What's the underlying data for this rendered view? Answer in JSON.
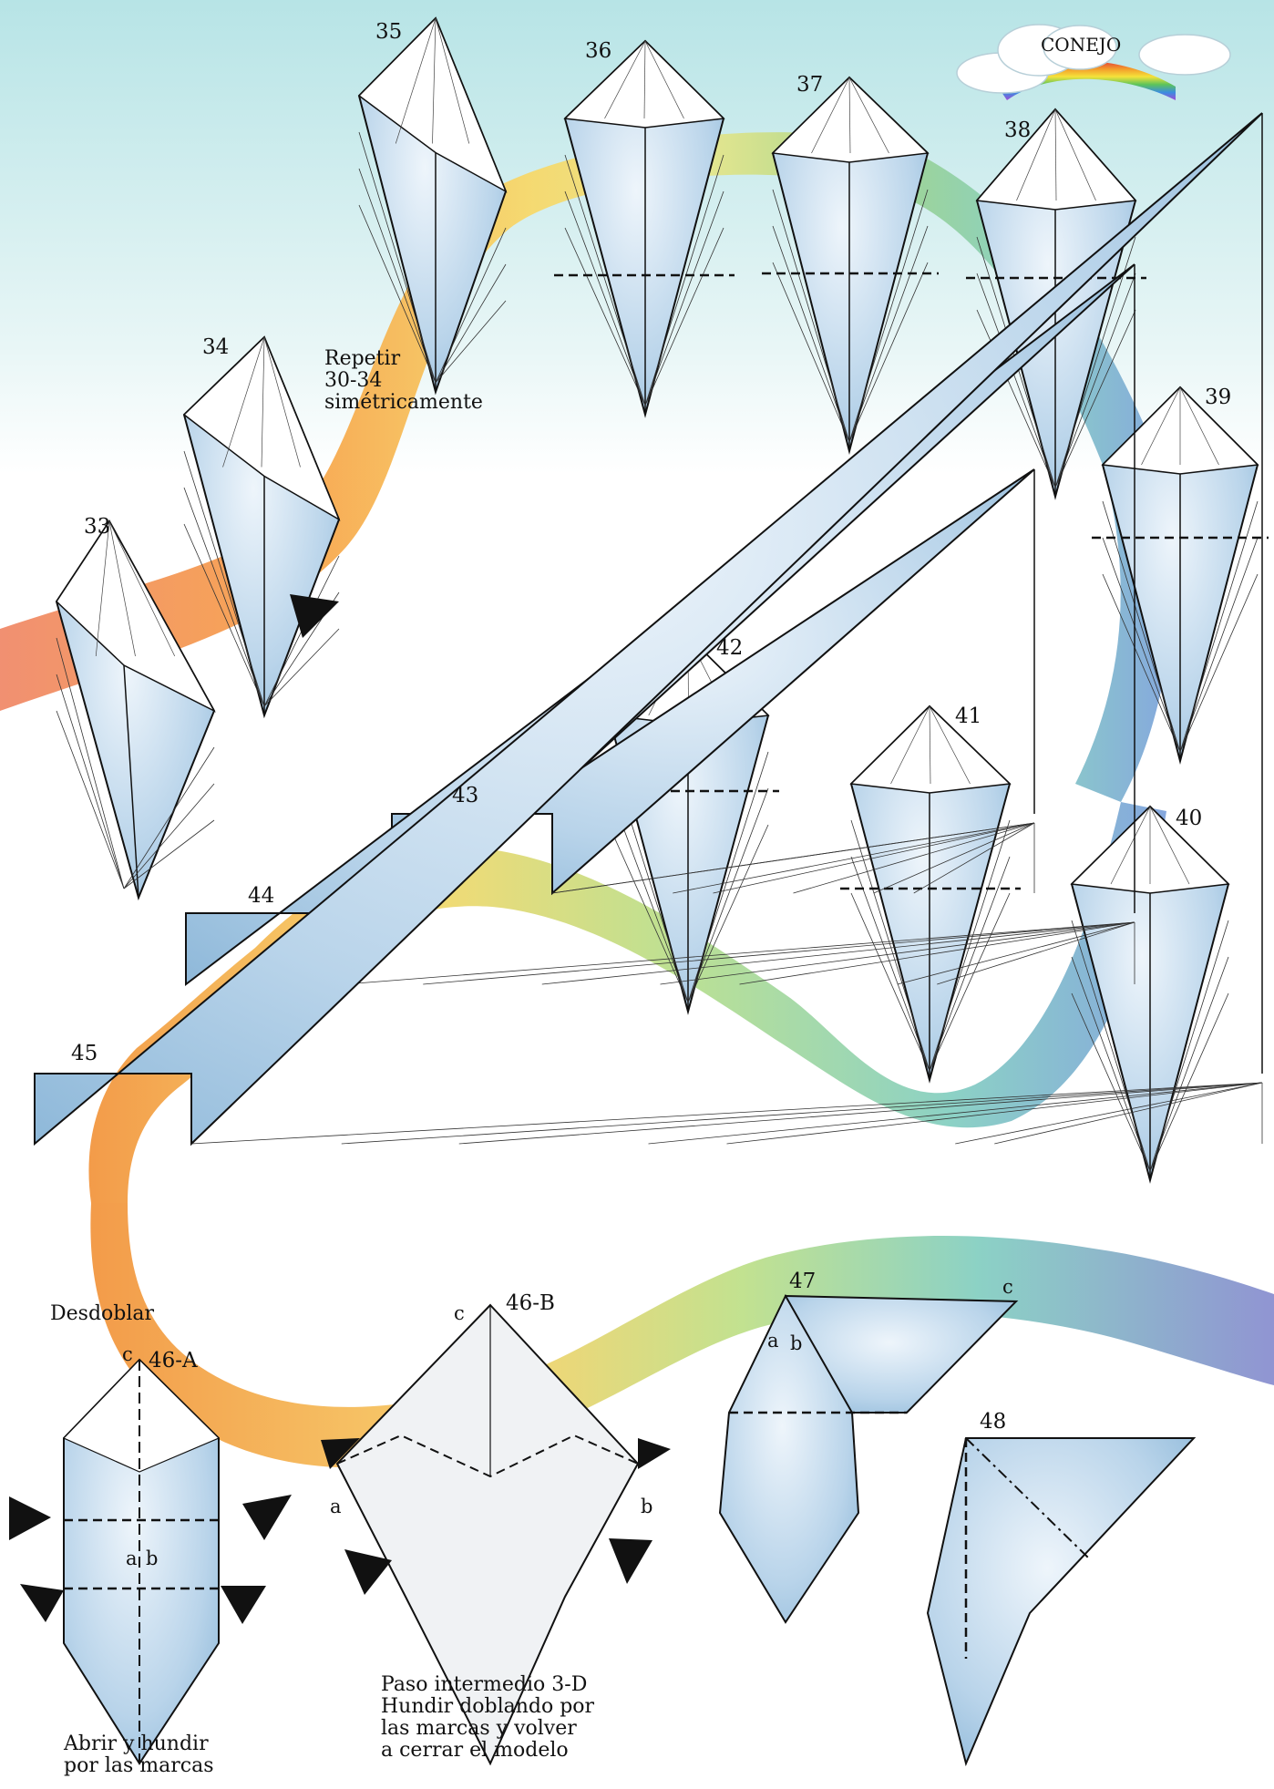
{
  "title": "CONEJO",
  "steps": [
    {
      "id": "33",
      "label": "33"
    },
    {
      "id": "34",
      "label": "34"
    },
    {
      "id": "35",
      "label": "35"
    },
    {
      "id": "36",
      "label": "36"
    },
    {
      "id": "37",
      "label": "37"
    },
    {
      "id": "38",
      "label": "38"
    },
    {
      "id": "39",
      "label": "39"
    },
    {
      "id": "40",
      "label": "40"
    },
    {
      "id": "41",
      "label": "41"
    },
    {
      "id": "42",
      "label": "42"
    },
    {
      "id": "43",
      "label": "43"
    },
    {
      "id": "44",
      "label": "44"
    },
    {
      "id": "45",
      "label": "45"
    },
    {
      "id": "46a",
      "label": "46-A"
    },
    {
      "id": "46b",
      "label": "46-B"
    },
    {
      "id": "47",
      "label": "47"
    },
    {
      "id": "48",
      "label": "48"
    }
  ],
  "notes": {
    "repeat": [
      "Repetir",
      "30-34",
      "simétricamente"
    ],
    "unfold": "Desdoblar",
    "open_sink": [
      "Abrir y hundir",
      "por las marcas"
    ],
    "intermediate": [
      "Paso intermedio 3-D",
      "Hundir doblando por",
      "las marcas y volver",
      "a cerrar el modelo"
    ]
  },
  "point_labels": {
    "a": "a",
    "b": "b",
    "c": "c"
  },
  "colors": {
    "paper_light": "#e6f1fa",
    "paper_dark": "#8fb9d9",
    "outline": "#111111",
    "rainbow": [
      "#f08a6a",
      "#f7a24a",
      "#f7d86a",
      "#e7e68a",
      "#9fd38a",
      "#86cfc2",
      "#7fb1de",
      "#8a8fd0"
    ]
  }
}
